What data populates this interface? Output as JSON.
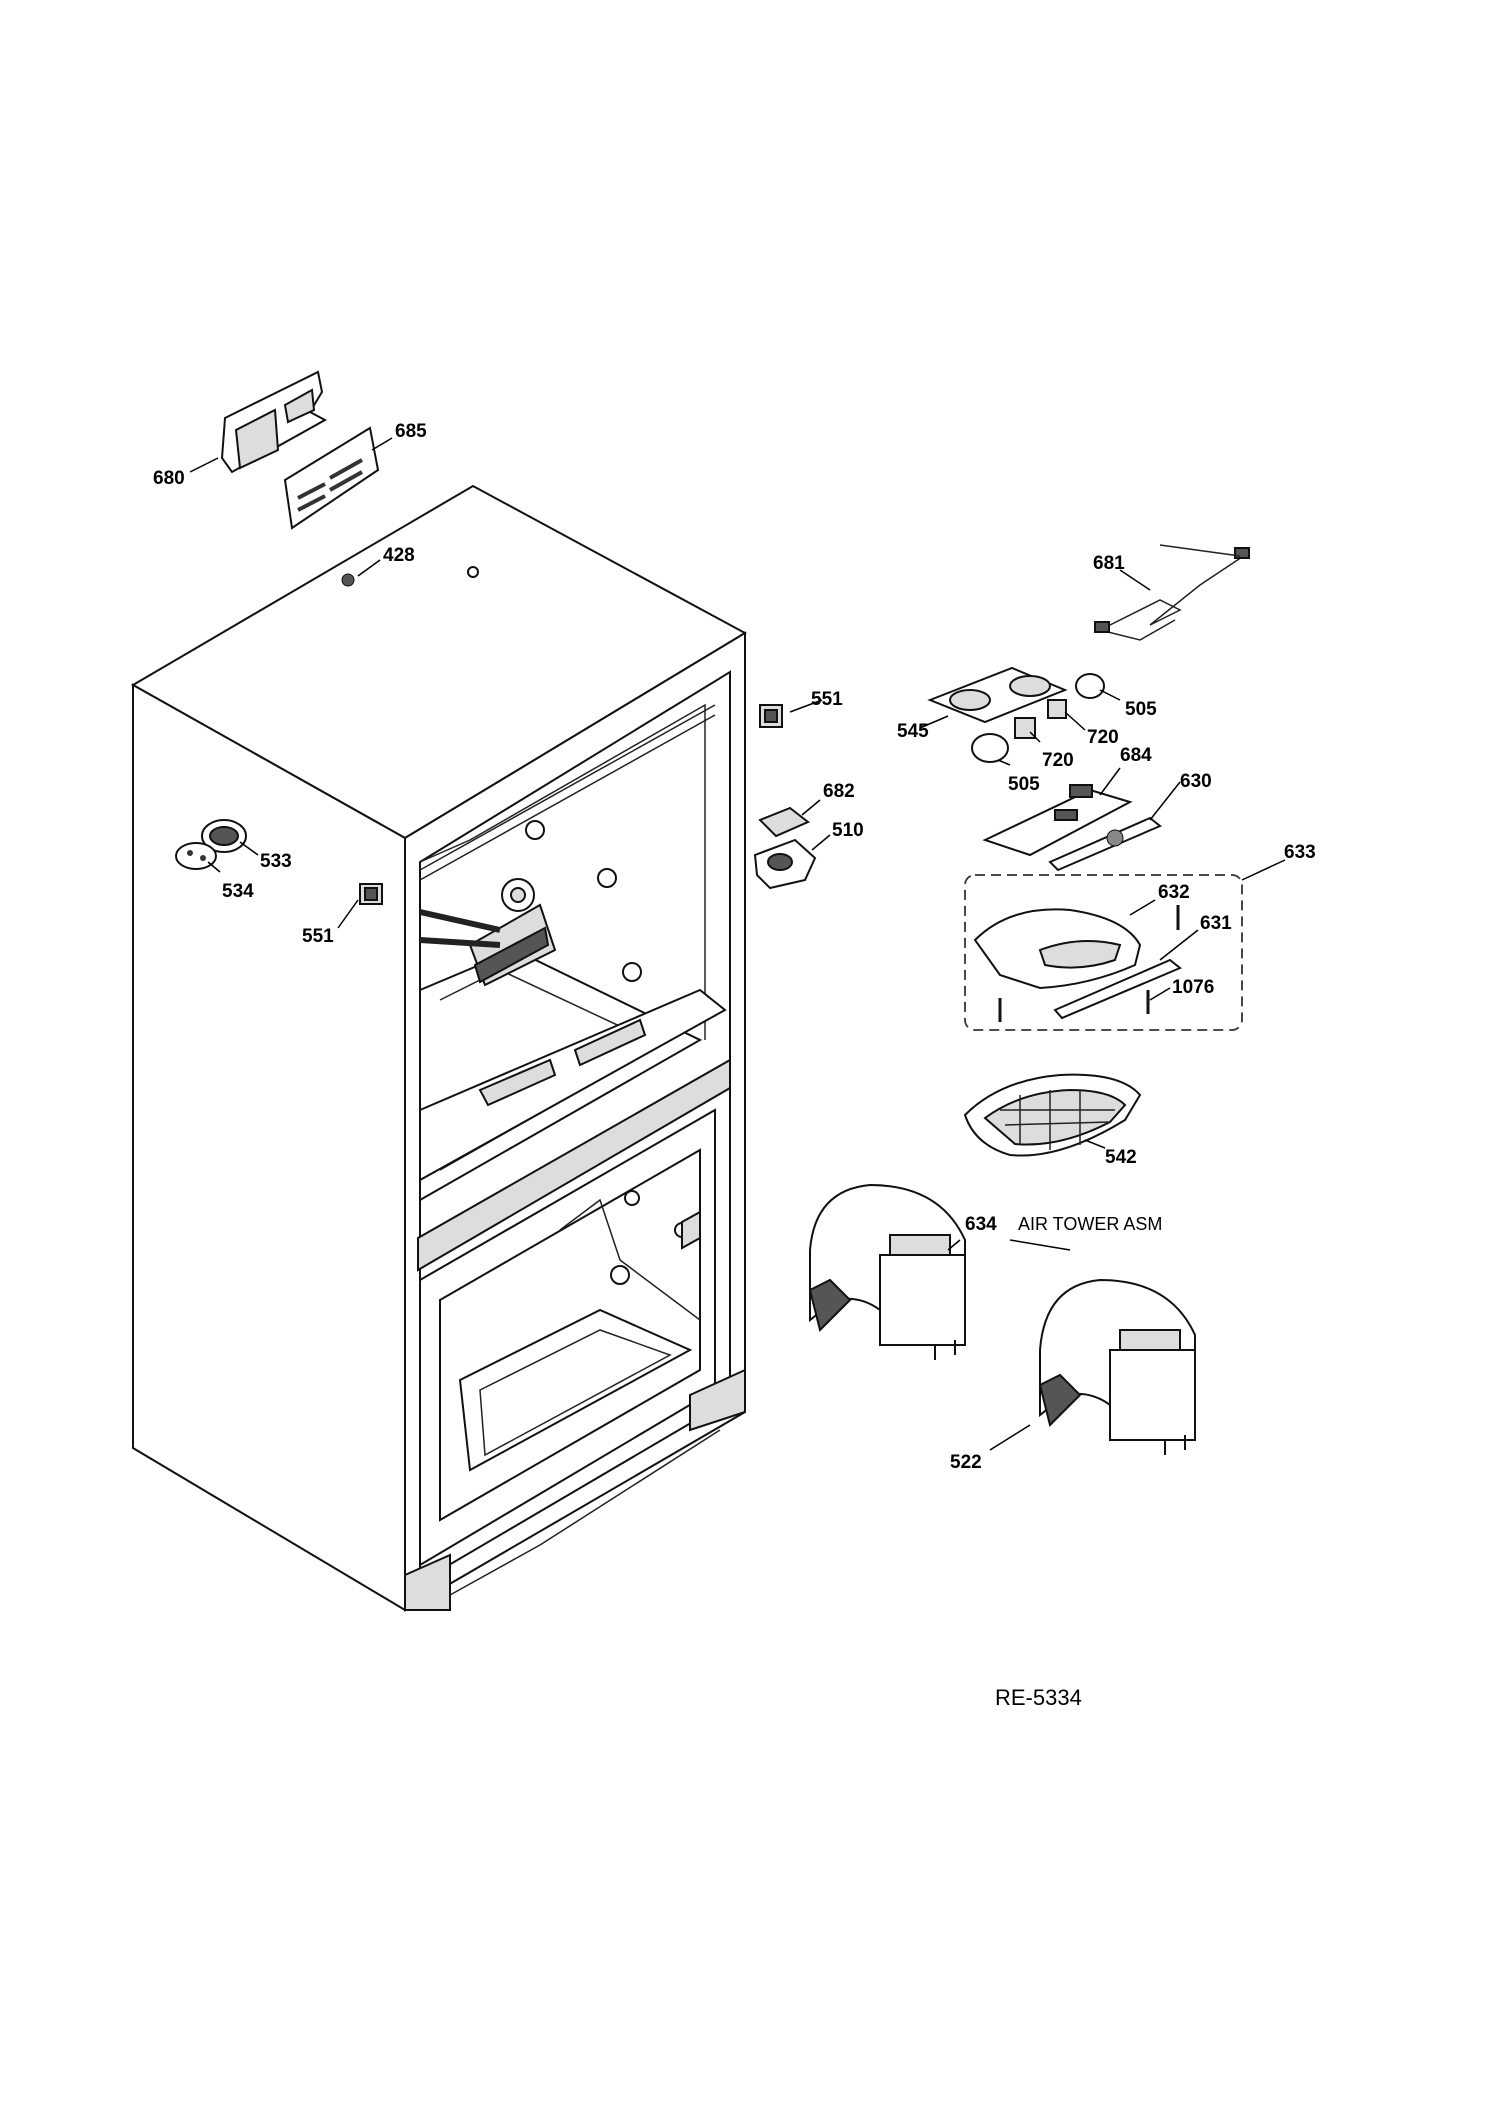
{
  "diagram": {
    "callouts": {
      "p680": "680",
      "p685": "685",
      "p428": "428",
      "p681": "681",
      "p551a": "551",
      "p545": "545",
      "p505a": "505",
      "p720a": "720",
      "p720b": "720",
      "p505b": "505",
      "p684": "684",
      "p630": "630",
      "p682": "682",
      "p510": "510",
      "p533": "533",
      "p534": "534",
      "p551b": "551",
      "p633": "633",
      "p632": "632",
      "p631": "631",
      "p1076": "1076",
      "p542": "542",
      "p634": "634",
      "p522": "522"
    },
    "assembly_note": "AIR TOWER ASM",
    "drawing_code": "RE-5334"
  }
}
